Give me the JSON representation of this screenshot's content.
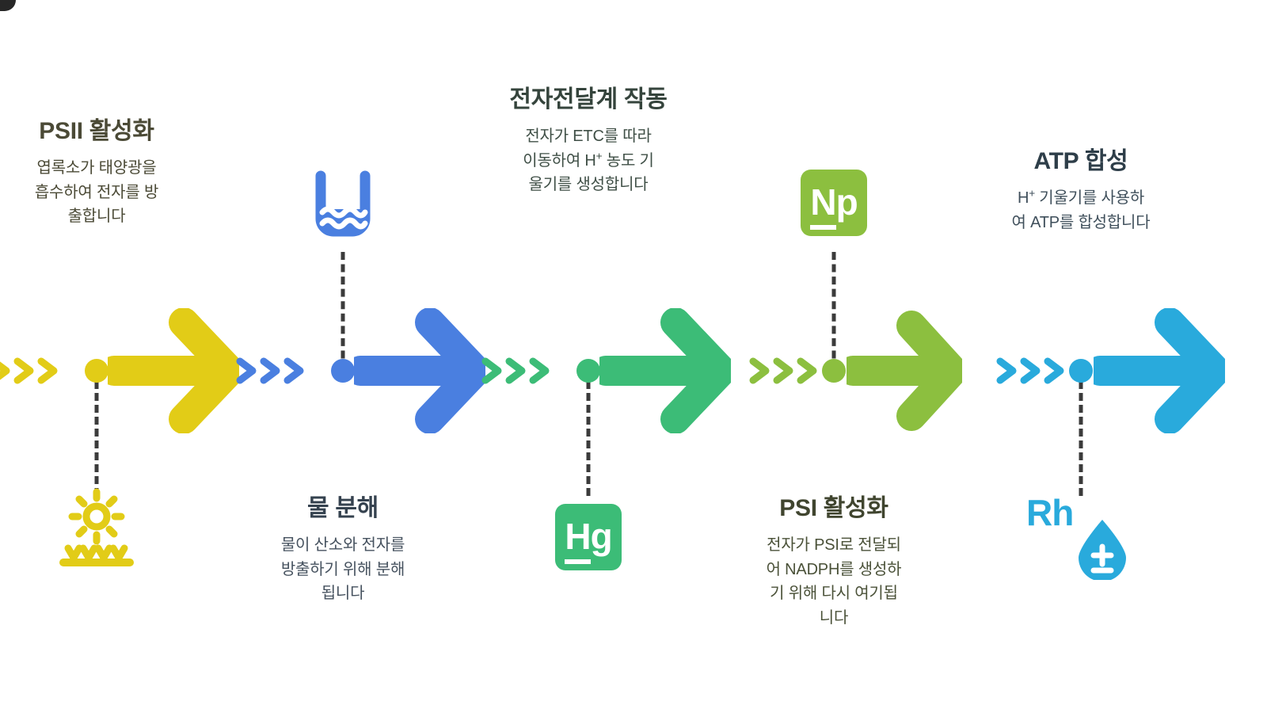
{
  "page": {
    "background": "#ffffff",
    "layout": "horizontal-5-step-timeline",
    "dash_color": "#3b3b3b"
  },
  "steps": [
    {
      "id": "psii-activation",
      "order": 1,
      "title": "PSII 활성화",
      "desc_lines": [
        "엽록소가 태양광을",
        "흡수하여 전자를 방",
        "출합니다"
      ],
      "color": "#e2cc17",
      "title_color": "#4b4a36",
      "desc_color": "#4b4a36",
      "text_side": "top",
      "icon": {
        "name": "sun-over-plants-icon",
        "kind": "sun-plants",
        "color": "#e2cc17"
      }
    },
    {
      "id": "water-splitting",
      "order": 2,
      "title": "물 분해",
      "desc_lines": [
        "물이 산소와 전자를",
        "방출하기 위해 분해",
        "됩니다"
      ],
      "color": "#4a7fe0",
      "title_color": "#35424f",
      "desc_color": "#46525f",
      "text_side": "bottom",
      "icon": {
        "name": "water-basin-icon",
        "kind": "water",
        "color": "#4a7fe0"
      }
    },
    {
      "id": "electron-transport-chain",
      "order": 3,
      "title": "전자전달계 작동",
      "desc_lines": [
        "전자가 ETC를 따라",
        "이동하여 H+ 농도 기",
        "울기를 생성합니다"
      ],
      "color": "#3cbc77",
      "title_color": "#35443c",
      "desc_color": "#3f4f46",
      "text_side": "top",
      "icon": {
        "name": "element-tile-hg-icon",
        "kind": "element-tile",
        "color": "#3cbc77",
        "symbol_underlined": "H",
        "symbol_rest": "g"
      }
    },
    {
      "id": "psi-activation",
      "order": 4,
      "title": "PSI 활성화",
      "desc_lines": [
        "전자가 PSI로 전달되",
        "어 NADPH를 생성하",
        "기 위해 다시 여기됩",
        "니다"
      ],
      "color": "#8cbf3f",
      "title_color": "#40452f",
      "desc_color": "#4a5138",
      "text_side": "bottom",
      "icon": {
        "name": "element-tile-np-icon",
        "kind": "element-tile",
        "color": "#8cbf3f",
        "symbol_underlined": "N",
        "symbol_rest": "p"
      }
    },
    {
      "id": "atp-synthesis",
      "order": 5,
      "title": "ATP 합성",
      "desc_lines": [
        "H+ 기울기를 사용하",
        "여 ATP를 합성합니다"
      ],
      "color": "#29aadc",
      "title_color": "#2e3e49",
      "desc_color": "#3f4f5b",
      "text_side": "top",
      "icon": {
        "name": "rh-blood-drop-icon",
        "kind": "rh-drop",
        "color": "#29aadc",
        "label": "Rh",
        "drop_symbol": "±"
      }
    }
  ]
}
